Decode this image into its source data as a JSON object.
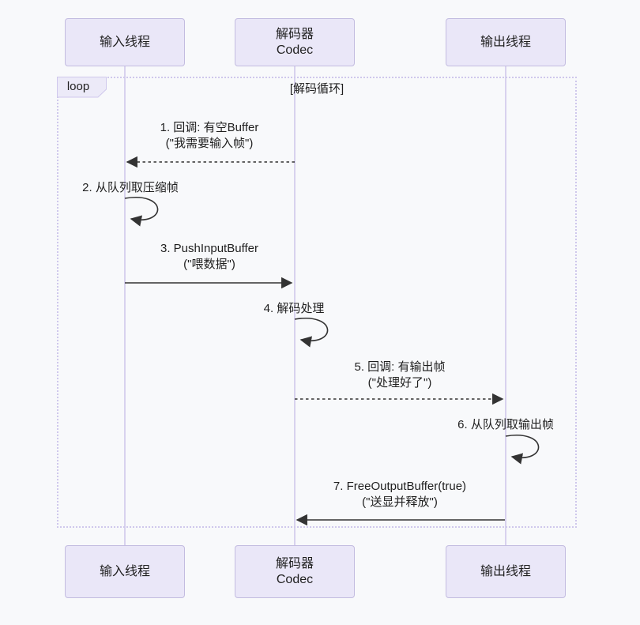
{
  "diagram_type": "sequence-diagram",
  "actors": [
    {
      "id": "input-thread",
      "label": "输入线程"
    },
    {
      "id": "codec",
      "label": "解码器\nCodec"
    },
    {
      "id": "output-thread",
      "label": "输出线程"
    }
  ],
  "loop": {
    "keyword": "loop",
    "title": "[解码循环]"
  },
  "messages": [
    {
      "num": "1",
      "line1": "1. 回调: 有空Buffer",
      "line2": "(\"我需要输入帧\")",
      "from": "解码器Codec",
      "to": "输入线程",
      "style": "dashed"
    },
    {
      "num": "2",
      "line1": "2. 从队列取压缩帧",
      "line2": "",
      "from": "输入线程",
      "to": "输入线程",
      "style": "self"
    },
    {
      "num": "3",
      "line1": "3. PushInputBuffer",
      "line2": "(\"喂数据\")",
      "from": "输入线程",
      "to": "解码器Codec",
      "style": "solid"
    },
    {
      "num": "4",
      "line1": "4. 解码处理",
      "line2": "",
      "from": "解码器Codec",
      "to": "解码器Codec",
      "style": "self"
    },
    {
      "num": "5",
      "line1": "5. 回调: 有输出帧",
      "line2": "(\"处理好了\")",
      "from": "解码器Codec",
      "to": "输出线程",
      "style": "dashed"
    },
    {
      "num": "6",
      "line1": "6. 从队列取输出帧",
      "line2": "",
      "from": "输出线程",
      "to": "输出线程",
      "style": "self"
    },
    {
      "num": "7",
      "line1": "7. FreeOutputBuffer(true)",
      "line2": "(\"送显并释放\")",
      "from": "输出线程",
      "to": "解码器Codec",
      "style": "solid"
    }
  ],
  "colors": {
    "bg": "#f8f9fb",
    "actorFill": "#eae7f8",
    "actorBorder": "#c3bce0",
    "lifeline": "#d8d2ee",
    "loopBorder": "#cfc8ec",
    "loopLabelFill": "#eceaf8",
    "arrow": "#333333",
    "text": "#1f1f1f"
  }
}
